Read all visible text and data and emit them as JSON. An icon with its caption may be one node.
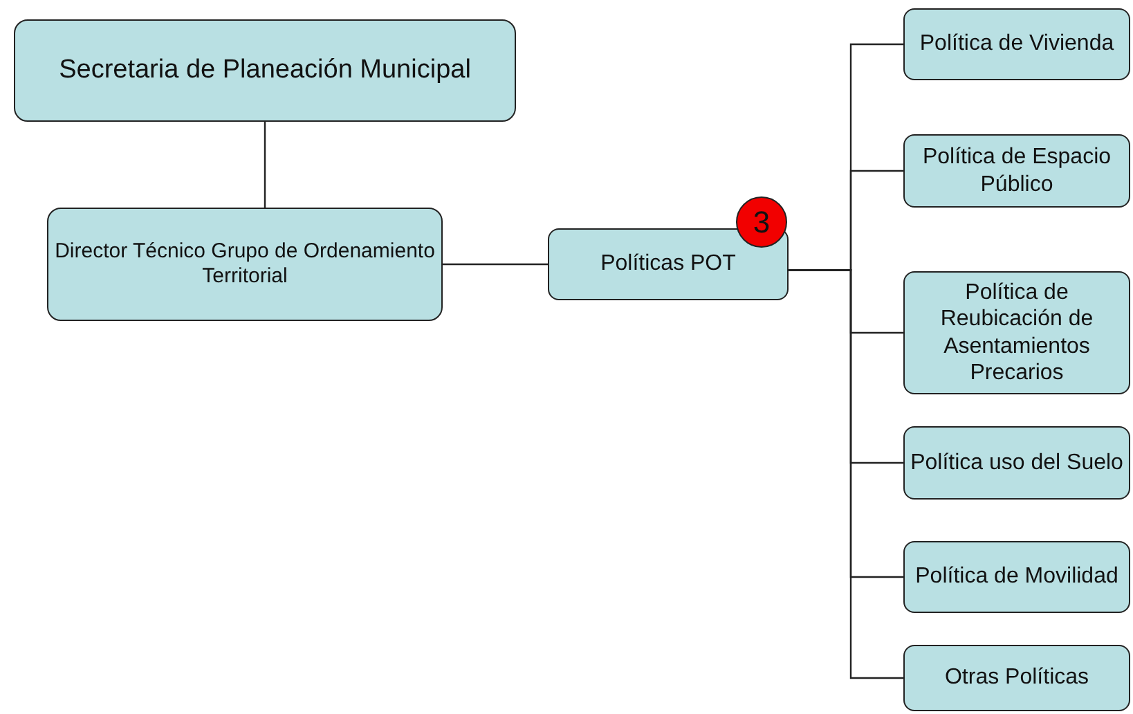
{
  "diagram": {
    "nodes": [
      {
        "text": [
          "Secretaria de Planeación Municipal"
        ]
      },
      {
        "text": [
          "Director Técnico Grupo de Ordenamiento Territorial"
        ]
      },
      {
        "text": [
          "Políticas POT"
        ]
      },
      {
        "text": [
          "3"
        ]
      },
      {
        "text": [
          "Política de Vivienda"
        ]
      },
      {
        "text": [
          "Política de Espacio Público"
        ]
      },
      {
        "text": [
          "Política de Reubicación de Asentamientos Precarios"
        ]
      },
      {
        "text": [
          "Política uso del Suelo"
        ]
      },
      {
        "text": [
          "Política de Movilidad"
        ]
      },
      {
        "text": [
          "Otras Políticas"
        ]
      }
    ],
    "edges": [
      {
        "from": 0,
        "to": 1,
        "arrow": "none"
      },
      {
        "from": 1,
        "to": 2,
        "arrow": "none"
      },
      {
        "from": 2,
        "to": 4,
        "arrow": "none"
      },
      {
        "from": 2,
        "to": 5,
        "arrow": "none"
      },
      {
        "from": 2,
        "to": 6,
        "arrow": "none"
      },
      {
        "from": 2,
        "to": 7,
        "arrow": "none"
      },
      {
        "from": 2,
        "to": 8,
        "arrow": "none"
      },
      {
        "from": 2,
        "to": 9,
        "arrow": "none"
      }
    ]
  }
}
